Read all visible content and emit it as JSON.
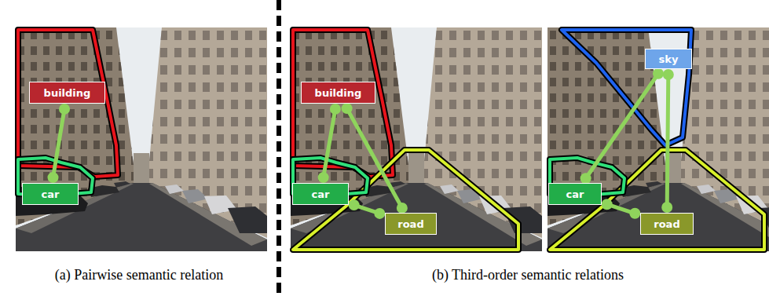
{
  "diagram": {
    "nodes": [
      {
        "text": [
          "building"
        ]
      },
      {
        "text": [
          "car"
        ]
      },
      {
        "text": [
          "building"
        ]
      },
      {
        "text": [
          "car"
        ]
      },
      {
        "text": [
          "road"
        ]
      },
      {
        "text": [
          "sky"
        ]
      },
      {
        "text": [
          "car"
        ]
      },
      {
        "text": [
          "road"
        ]
      }
    ],
    "edges": [
      {
        "from": 0,
        "to": 1,
        "arrow": "none"
      },
      {
        "from": 2,
        "to": 3,
        "arrow": "none"
      },
      {
        "from": 2,
        "to": 4,
        "arrow": "none"
      },
      {
        "from": 3,
        "to": 4,
        "arrow": "none"
      },
      {
        "from": 5,
        "to": 6,
        "arrow": "none"
      },
      {
        "from": 5,
        "to": 7,
        "arrow": "none"
      },
      {
        "from": 6,
        "to": 7,
        "arrow": "none"
      }
    ],
    "labels": [
      "(a) Pairwise semantic relation",
      "(b) Third-order semantic relations"
    ]
  }
}
